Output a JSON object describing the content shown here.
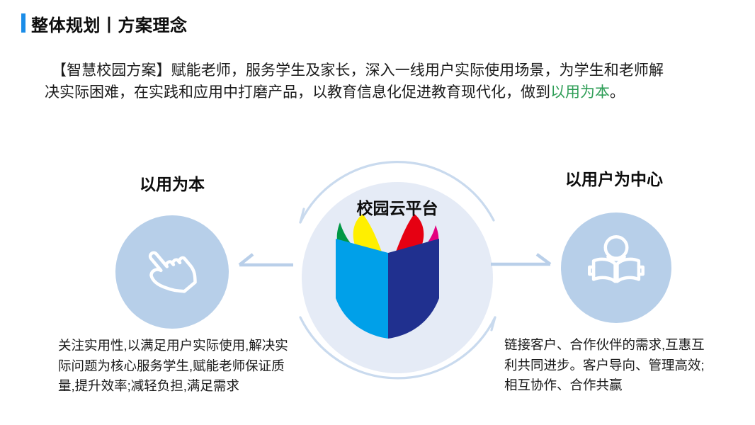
{
  "slide": {
    "title": "整体规划丨方案理念",
    "intro": {
      "text": "【智慧校园方案】赋能老师，服务学生及家长，深入一线用户实际使用场景，为学生和老师解决实际困难，在实践和应用中打磨产品，以教育信息化促进教育现代化，做到",
      "highlight": "以用为本",
      "suffix": "。"
    },
    "diagram": {
      "left": {
        "heading": "以用为本",
        "icon": "hand-pointer-icon",
        "description": "关注实用性,以满足用户实际使用,解决实际问题为核心服务学生,赋能老师保证质量,提升效率;减轻负担,满足需求"
      },
      "center": {
        "label": "校园云平台",
        "icon": "open-book-icon"
      },
      "right": {
        "heading": "以用户为中心",
        "icon": "person-reading-icon",
        "description": "链接客户、合作伙伴的需求,互惠互利共同进步。客户导向、管理高效;相互协作、合作共赢"
      }
    },
    "colors": {
      "accent": "#1b8de8",
      "highlight": "#2f9e57",
      "text": "#1a1a1a",
      "circle": "#b7cfe9",
      "circlePale": "#e5ebf6",
      "arrow": "#b9cfe9",
      "ring": "#c9daee",
      "bookLeft": "#00a0e9",
      "bookRight": "#20308f",
      "pageGreen": "#009845",
      "pageYellow": "#ffef00",
      "pageRed": "#e60012",
      "pageMagenta": "#e4007f"
    }
  }
}
